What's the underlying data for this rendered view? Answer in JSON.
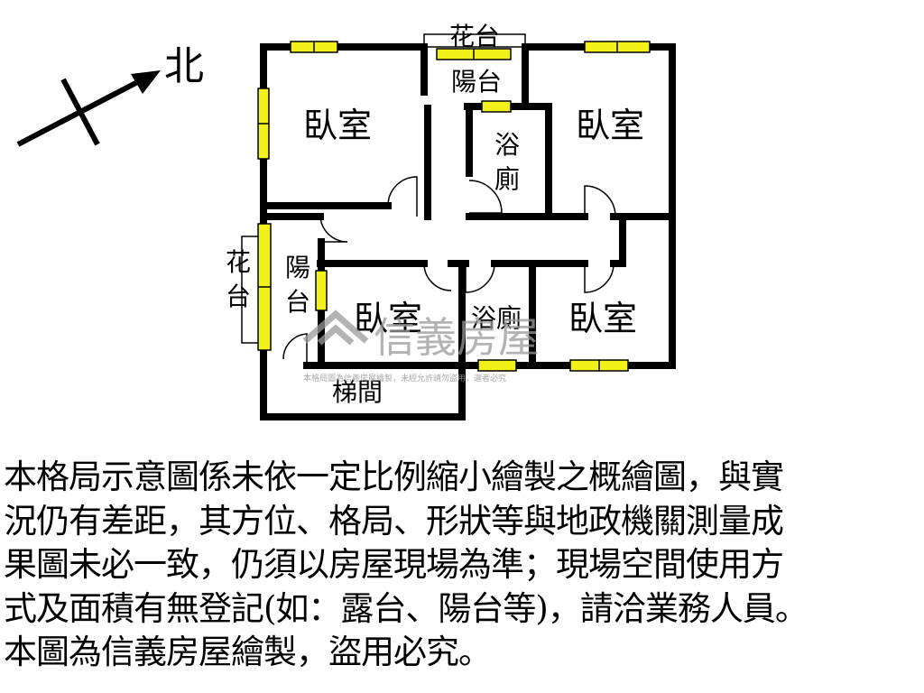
{
  "compass": {
    "north_label": "北"
  },
  "rooms": {
    "bedroom_nw": "臥室",
    "bedroom_ne": "臥室",
    "bedroom_sw": "臥室",
    "bedroom_se": "臥室",
    "bath_upper_1": "浴",
    "bath_upper_2": "廁",
    "bath_lower": "浴廁",
    "balcony_top": "陽台",
    "planter_top": "花台",
    "balcony_left_1": "陽",
    "balcony_left_2": "台",
    "planter_left_1": "花",
    "planter_left_2": "台",
    "stairwell": "梯間"
  },
  "watermark": {
    "brand": "信義房屋",
    "notice": "本格局圖為信義房屋繪製，未經允許請勿盜用，違者必究"
  },
  "colors": {
    "wall": "#000000",
    "window": "#f2f21a",
    "watermark": "#9a9a9a"
  },
  "disclaimer": {
    "lines": [
      "本格局示意圖係未依一定比例縮小繪製之概繪圖，與實",
      "況仍有差距，其方位、格局、形狀等與地政機關測量成",
      "果圖未必一致，仍須以房屋現場為準；現場空間使用方",
      "式及面積有無登記(如：露台、陽台等)，請洽業務人員。",
      "本圖為信義房屋繪製，盜用必究。"
    ]
  }
}
